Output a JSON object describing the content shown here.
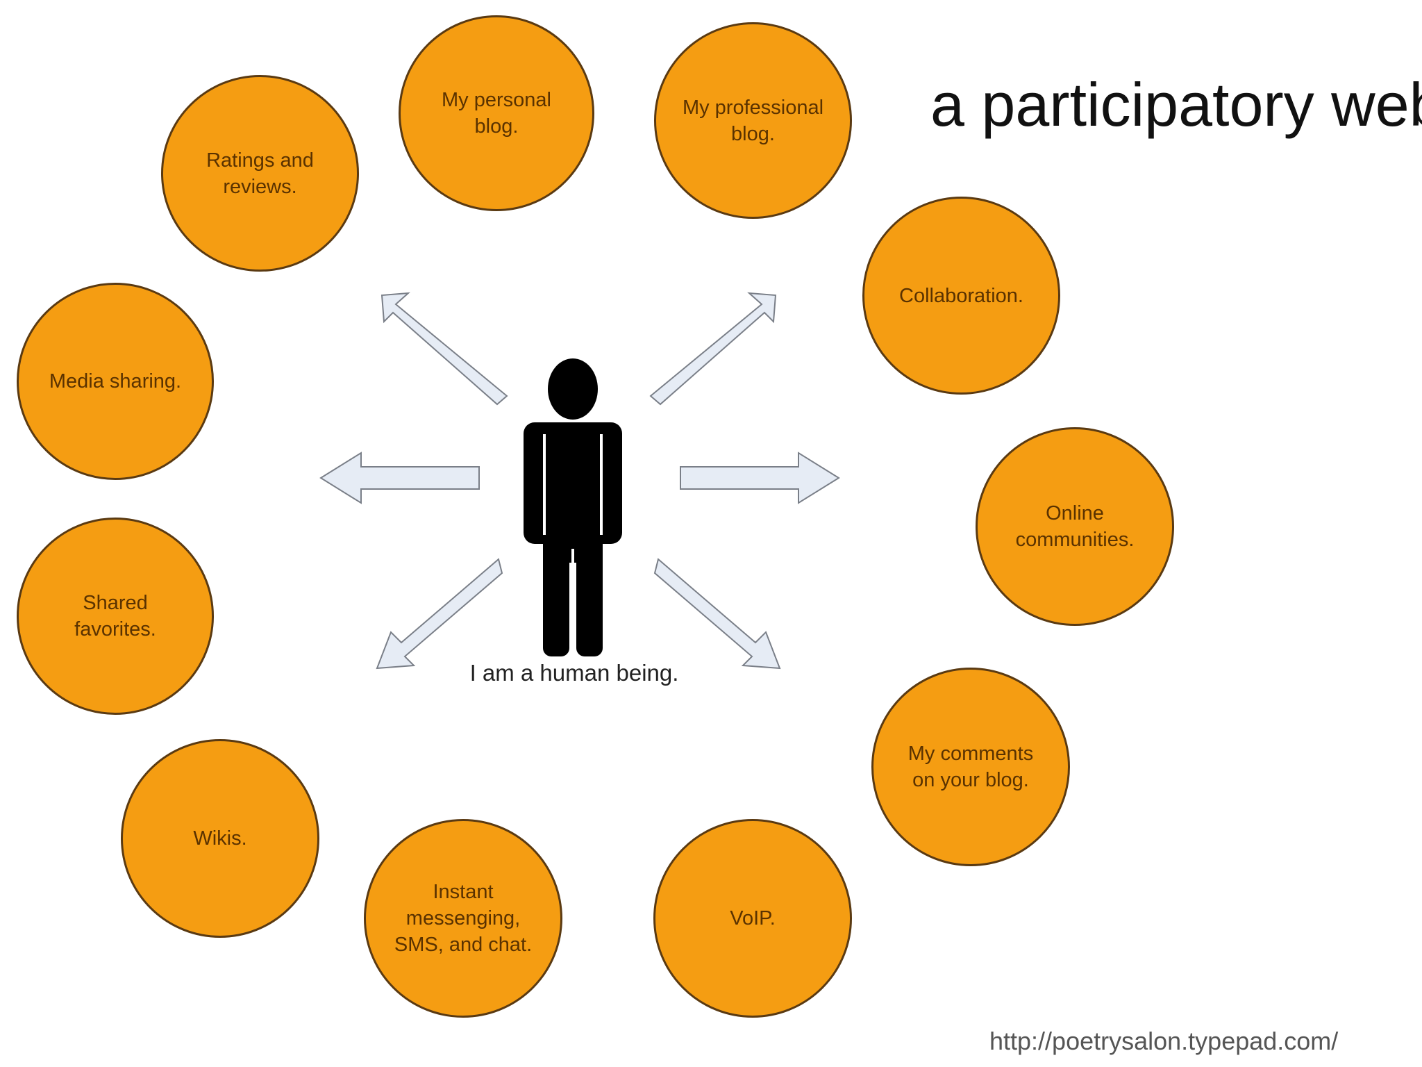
{
  "title": "a participatory web",
  "center": {
    "caption": "I am a human being."
  },
  "nodes": [
    {
      "id": "personal-blog",
      "label": "My personal\nblog."
    },
    {
      "id": "professional-blog",
      "label": "My professional\nblog."
    },
    {
      "id": "ratings-reviews",
      "label": "Ratings and\nreviews."
    },
    {
      "id": "collaboration",
      "label": "Collaboration."
    },
    {
      "id": "media-sharing",
      "label": "Media sharing."
    },
    {
      "id": "online-communities",
      "label": "Online\ncommunities."
    },
    {
      "id": "shared-favorites",
      "label": "Shared\nfavorites."
    },
    {
      "id": "comments",
      "label": "My comments\non your blog."
    },
    {
      "id": "wikis",
      "label": "Wikis."
    },
    {
      "id": "instant-messaging",
      "label": "Instant\nmessenging,\nSMS, and chat."
    },
    {
      "id": "voip",
      "label": "VoIP."
    }
  ],
  "source": "http://poetrysalon.typepad.com/",
  "colors": {
    "node_fill": "#f59d12",
    "node_border": "#5a3a12",
    "node_text": "#5a3200",
    "arrow_fill": "#e6ecf5",
    "arrow_stroke": "#7a7f88"
  }
}
